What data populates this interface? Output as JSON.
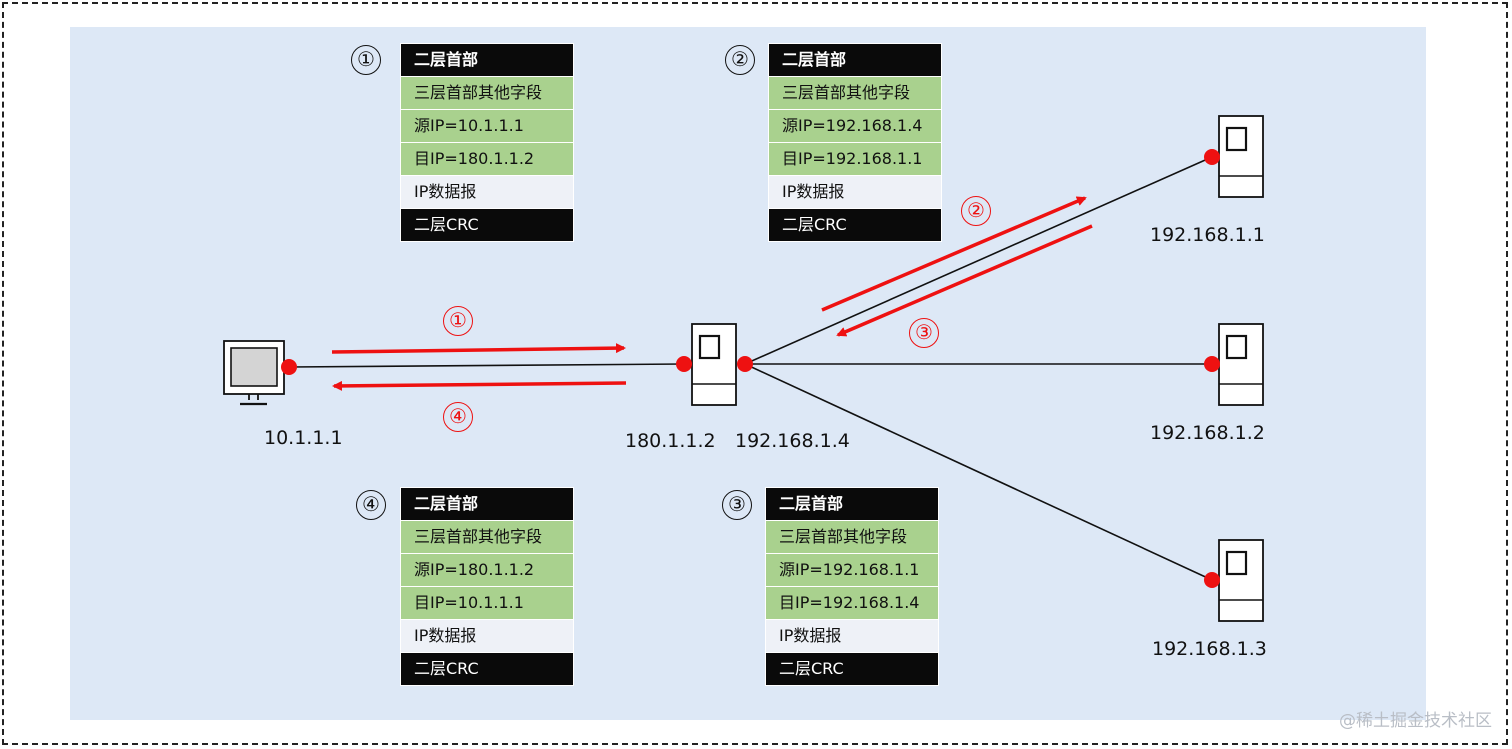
{
  "packets": [
    {
      "step": "①",
      "header": "二层首部",
      "fields": "三层首部其他字段",
      "src": "源IP=10.1.1.1",
      "dst": "目IP=180.1.1.2",
      "payload": "IP数据报",
      "crc": "二层CRC"
    },
    {
      "step": "②",
      "header": "二层首部",
      "fields": "三层首部其他字段",
      "src": "源IP=192.168.1.4",
      "dst": "目IP=192.168.1.1",
      "payload": "IP数据报",
      "crc": "二层CRC"
    },
    {
      "step": "④",
      "header": "二层首部",
      "fields": "三层首部其他字段",
      "src": "源IP=180.1.1.2",
      "dst": "目IP=10.1.1.1",
      "payload": "IP数据报",
      "crc": "二层CRC"
    },
    {
      "step": "③",
      "header": "二层首部",
      "fields": "三层首部其他字段",
      "src": "源IP=192.168.1.1",
      "dst": "目IP=192.168.1.4",
      "payload": "IP数据报",
      "crc": "二层CRC"
    }
  ],
  "hosts": {
    "client": "10.1.1.1",
    "router_wan": "180.1.1.2",
    "router_lan": "192.168.1.4",
    "server1": "192.168.1.1",
    "server2": "192.168.1.2",
    "server3": "192.168.1.3"
  },
  "flow_steps": {
    "s1": "①",
    "s2": "②",
    "s3": "③",
    "s4": "④"
  },
  "colors": {
    "background": "#dde8f6",
    "arrow": "#ee1111",
    "header": "#0a0a0a",
    "field": "#a9d18e",
    "payload": "#eef1f7"
  },
  "watermark": "@稀土掘金技术社区"
}
